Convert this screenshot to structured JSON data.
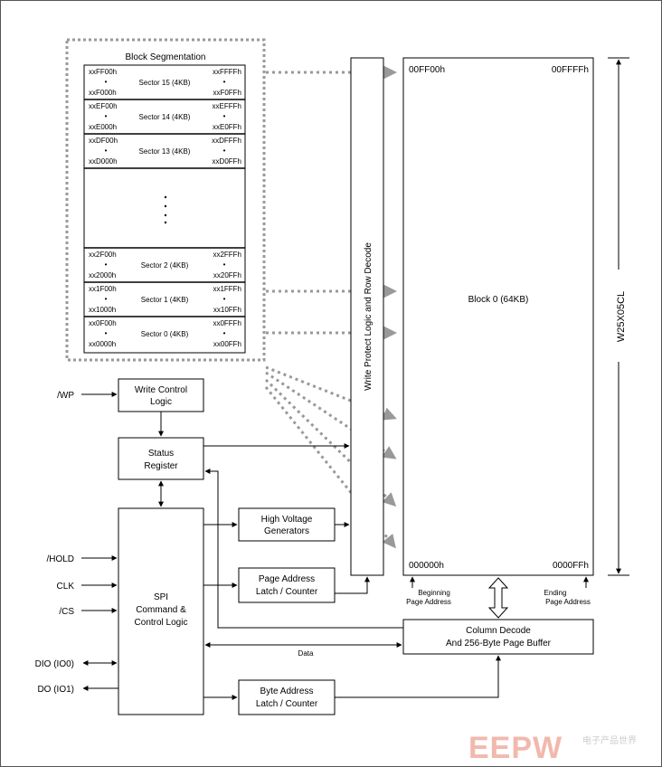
{
  "block_segmentation": {
    "title": "Block Segmentation",
    "sectors": [
      {
        "start_hi": "xxFF00h",
        "start_lo": "xxF000h",
        "label": "Sector 15 (4KB)",
        "end_hi": "xxFFFFh",
        "end_lo": "xxF0FFh"
      },
      {
        "start_hi": "xxEF00h",
        "start_lo": "xxE000h",
        "label": "Sector 14 (4KB)",
        "end_hi": "xxEFFFh",
        "end_lo": "xxE0FFh"
      },
      {
        "start_hi": "xxDF00h",
        "start_lo": "xxD000h",
        "label": "Sector 13 (4KB)",
        "end_hi": "xxDFFFh",
        "end_lo": "xxD0FFh"
      },
      {
        "start_hi": "xx2F00h",
        "start_lo": "xx2000h",
        "label": "Sector 2 (4KB)",
        "end_hi": "xx2FFFh",
        "end_lo": "xx20FFh"
      },
      {
        "start_hi": "xx1F00h",
        "start_lo": "xx1000h",
        "label": "Sector 1 (4KB)",
        "end_hi": "xx1FFFh",
        "end_lo": "xx10FFh"
      },
      {
        "start_hi": "xx0F00h",
        "start_lo": "xx0000h",
        "label": "Sector 0 (4KB)",
        "end_hi": "xx0FFFh",
        "end_lo": "xx00FFh"
      }
    ],
    "bullet": "•"
  },
  "write_protect": {
    "label": "Write Protect Logic and Row Decode"
  },
  "memory_block": {
    "label": "Block 0 (64KB)",
    "top_left": "00FF00h",
    "top_right": "00FFFFh",
    "bottom_left": "000000h",
    "bottom_right": "0000FFh"
  },
  "chip_name": "W25X05CL",
  "blocks": {
    "write_control": [
      "Write Control",
      "Logic"
    ],
    "status_register": [
      "Status",
      "Register"
    ],
    "spi": [
      "SPI",
      "Command &",
      "Control Logic"
    ],
    "high_voltage": [
      "High Voltage",
      "Generators"
    ],
    "page_address": [
      "Page Address",
      "Latch / Counter"
    ],
    "byte_address": [
      "Byte Address",
      "Latch / Counter"
    ],
    "column_decode": [
      "Column Decode",
      "And 256-Byte Page Buffer"
    ]
  },
  "signals": {
    "wp": "/WP",
    "hold": "/HOLD",
    "clk": "CLK",
    "cs": "/CS",
    "dio": "DIO (IO0)",
    "do": "DO (IO1)",
    "data": "Data"
  },
  "page_address_labels": {
    "beginning": [
      "Beginning",
      "Page Address"
    ],
    "ending": [
      "Ending",
      "Page Address"
    ]
  },
  "watermark": {
    "brand": "EEPW",
    "cn": "电子产品世界"
  }
}
